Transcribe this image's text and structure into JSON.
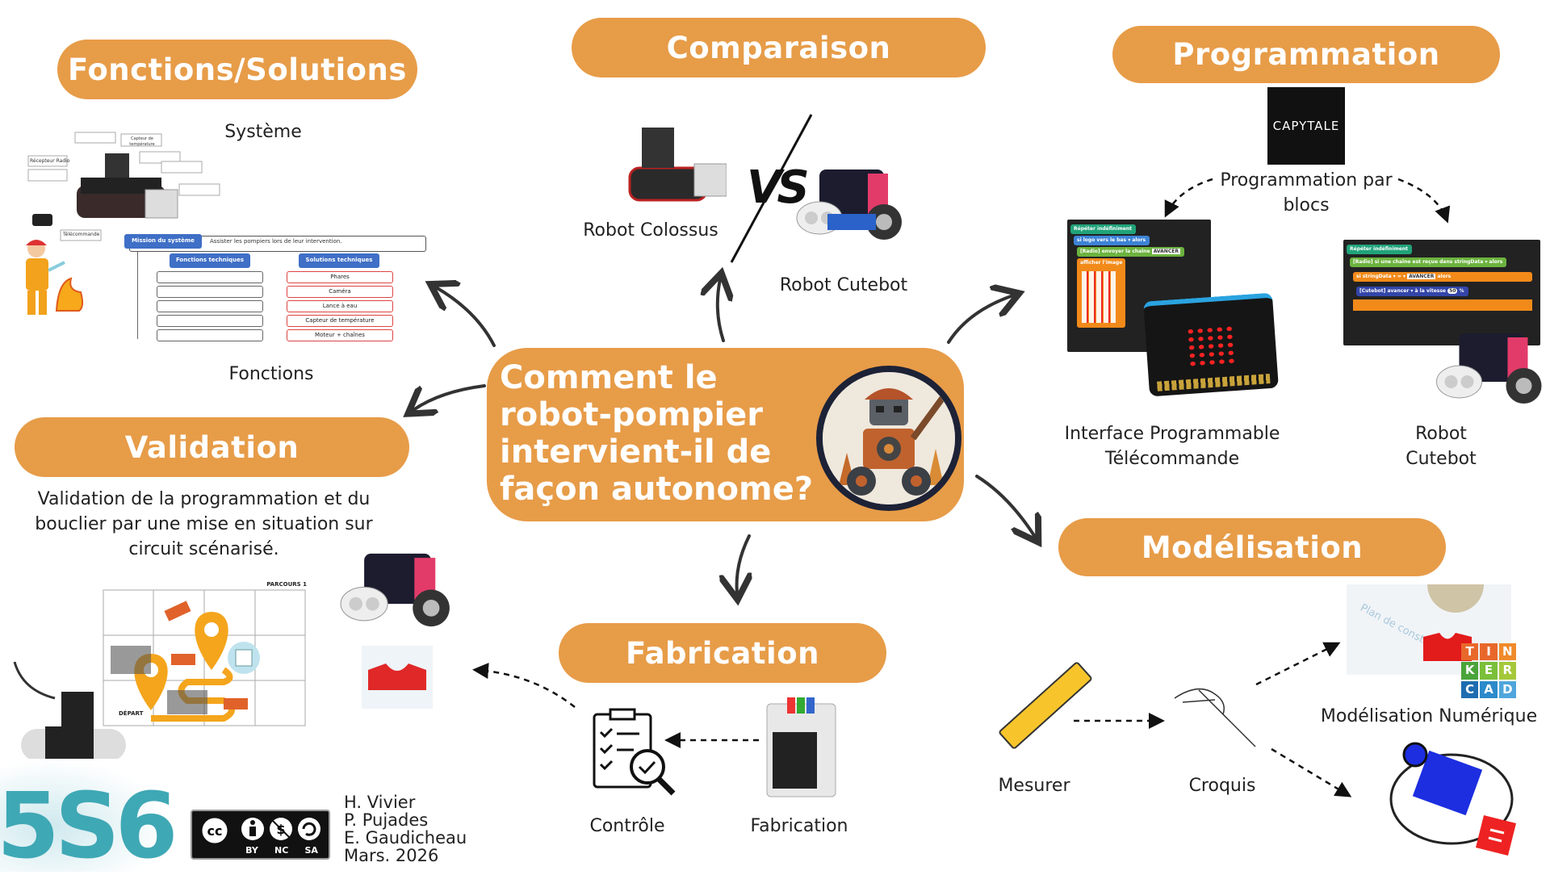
{
  "colors": {
    "accent": "#E79C48",
    "text": "#222222",
    "table_header": "#3f6fc6",
    "logo_teal": "#3fa8b5"
  },
  "center": {
    "question": "Comment le robot-pompier intervient-il de façon autonome?"
  },
  "fonctions": {
    "title": "Fonctions/Solutions",
    "systeme_label": "Système",
    "fonctions_label": "Fonctions",
    "diagram": {
      "callouts": [
        "Capteur de température",
        "Récepteur Radio",
        "Télécommande"
      ],
      "mission_header": "Mission du système",
      "mission_text": "Assister les pompiers lors de leur intervention.",
      "functions_header": "Fonctions techniques",
      "solutions_header": "Solutions techniques",
      "solutions": [
        "Phares",
        "Caméra",
        "Lance à eau",
        "Capteur de température",
        "Moteur + chaînes"
      ]
    }
  },
  "comparaison": {
    "title": "Comparaison",
    "robot_a": "Robot Colossus",
    "vs": "VS",
    "robot_b": "Robot Cutebot"
  },
  "programmation": {
    "title": "Programmation",
    "capytale_logo": "CAPYTALE",
    "blocks_label": "Programmation par blocs",
    "interface_label": "Interface Programmable Télécommande",
    "robot_label": "Robot Cutebot",
    "code_left": [
      "Répéter indéfiniment",
      "si  logo vers le bas ▾  alors",
      "[Radio] envoyer la chaîne",
      "AVANCER",
      "afficher l'image"
    ],
    "code_right": [
      "Répéter indéfiniment",
      "[Radio] si une chaîne est reçue dans  stringData ▾  alors",
      "si  stringData ▾  = ▾",
      "AVANCER",
      "alors",
      "[Cutebot]  avancer ▾  à la vitesse",
      "50",
      "%"
    ]
  },
  "validation": {
    "title": "Validation",
    "description": "Validation de la programmation et du bouclier par une mise en situation sur circuit scénarisé.",
    "map_title": "PARCOURS 1",
    "map_start": "DÉPART"
  },
  "modelisation": {
    "title": "Modélisation",
    "steps": [
      "Mesurer",
      "Croquis"
    ],
    "numeric_label": "Modélisation Numérique",
    "tinkercad_letters": [
      "T",
      "I",
      "N",
      "K",
      "E",
      "R",
      "C",
      "A",
      "D"
    ],
    "plane_label": "Plan de construction"
  },
  "fabrication": {
    "title": "Fabrication",
    "control_label": "Contrôle",
    "fabrication_label": "Fabrication"
  },
  "credits": {
    "logo": "5S6",
    "license": [
      "BY",
      "NC",
      "SA"
    ],
    "authors": [
      "H. Vivier",
      "P. Pujades",
      "E. Gaudicheau",
      "Mars. 2026"
    ]
  }
}
